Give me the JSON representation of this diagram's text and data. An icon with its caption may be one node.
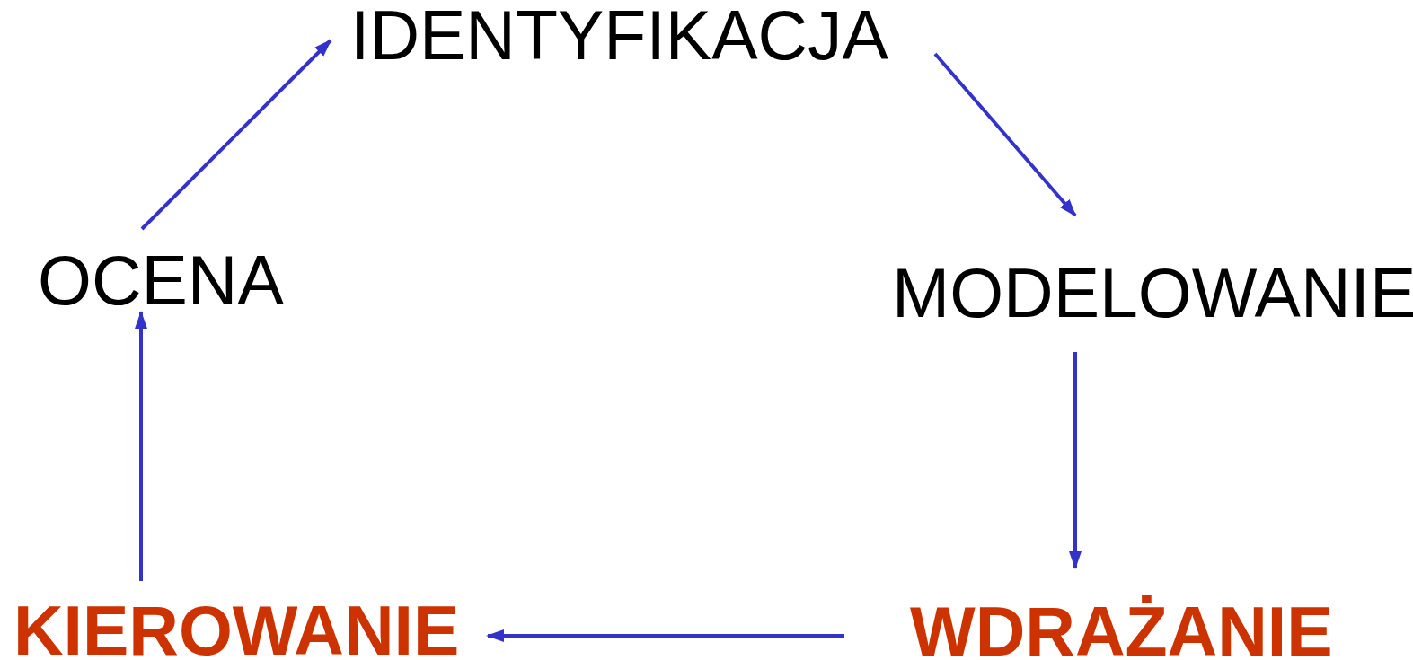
{
  "diagram": {
    "nodes": [
      {
        "text": [
          "IDENTYFIKACJA"
        ]
      },
      {
        "text": [
          "MODELOWANIE"
        ]
      },
      {
        "text": [
          "WDRAŻANIE"
        ]
      },
      {
        "text": [
          "KIEROWANIE"
        ]
      },
      {
        "text": [
          "OCENA"
        ]
      }
    ],
    "edges": [
      {
        "from": 0,
        "to": 1,
        "arrow": "to"
      },
      {
        "from": 1,
        "to": 2,
        "arrow": "to"
      },
      {
        "from": 2,
        "to": 3,
        "arrow": "to"
      },
      {
        "from": 3,
        "to": 4,
        "arrow": "to"
      },
      {
        "from": 4,
        "to": 0,
        "arrow": "to"
      }
    ]
  }
}
